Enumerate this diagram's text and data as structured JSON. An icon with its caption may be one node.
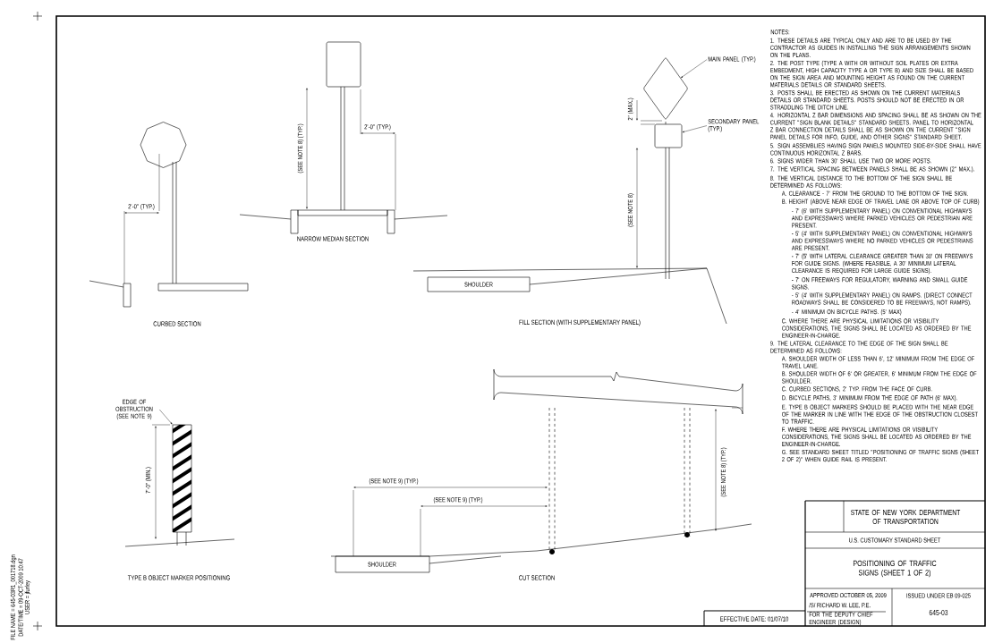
{
  "diagram": {
    "title": "POSITIONING OF TRAFFIC SIGNS (SHEET 1 OF 2)",
    "nodes": [
      {
        "text": [
          "MAIN PANEL (TYP.)"
        ]
      },
      {
        "text": [],
        "shape": "diamond"
      },
      {
        "text": [
          "SECONDARY PANEL (TYP.)"
        ]
      },
      {
        "text": [],
        "shape": "box"
      },
      {
        "text": [
          "EDGE OF OBSTRUCTION (SEE NOTE 9)"
        ]
      },
      {
        "text": [],
        "shape": "box"
      }
    ],
    "edges": [
      {
        "from": 0,
        "to": 1,
        "arrow": "to"
      },
      {
        "from": 2,
        "to": 3,
        "arrow": "to"
      },
      {
        "from": 4,
        "to": 5,
        "arrow": "to"
      }
    ],
    "labels": [
      "(SEE NOTE 8) (TYP.)",
      "2'-0\" (TYP.)",
      "NARROW MEDIAN SECTION",
      "2'-0\" (TYP.)",
      "CURBED SECTION",
      "2\" (MAX.)",
      "(SEE NOTE 8)",
      "SHOULDER",
      "FILL SECTION (WITH SUPPLEMENTARY PANEL)",
      "7'-0\" (MIN.)",
      "TYPE B OBJECT MARKER POSITIONING",
      "(SEE NOTE 9) (TYP.)",
      "(SEE NOTE 9) (TYP.)",
      "(SEE NOTE 8) (TYP.)",
      "SHOULDER",
      "CUT SECTION",
      "NOTES:",
      "1. THESE DETAILS ARE TYPICAL ONLY AND ARE TO BE USED BY THE CONTRACTOR AS GUIDES IN INSTALLING THE SIGN ARRANGEMENTS SHOWN ON THE PLANS.",
      "2. THE POST TYPE (TYPE A WITH OR WITHOUT SOIL PLATES OR EXTRA EMBEDMENT, HIGH CAPACITY TYPE A OR TYPE B) AND SIZE SHALL BE BASED ON THE SIGN AREA AND MOUNTING HEIGHT AS FOUND ON THE CURRENT MATERIALS DETAILS OR STANDARD SHEETS.",
      "3. POSTS SHALL BE ERECTED AS SHOWN ON THE CURRENT MATERIALS DETAILS OR STANDARD SHEETS. POSTS SHOULD NOT BE ERECTED IN OR STRADDLING THE DITCH LINE.",
      "4. HORIZONTAL Z BAR DIMENSIONS AND SPACING SHALL BE AS SHOWN ON THE CURRENT \"SIGN BLANK DETAILS\" STANDARD SHEETS. PANEL TO HORIZONTAL Z BAR CONNECTION DETAILS SHALL BE AS SHOWN ON THE CURRENT \"SIGN PANEL DETAILS FOR INFO, GUIDE, AND OTHER SIGNS\" STANDARD SHEET.",
      "5. SIGN ASSEMBLIES HAVING SIGN PANELS MOUNTED SIDE-BY-SIDE SHALL HAVE CONTINUOUS HORIZONTAL Z BARS.",
      "6. SIGNS WIDER THAN 30' SHALL USE TWO OR MORE POSTS.",
      "7. THE VERTICAL SPACING BETWEEN PANELS SHALL BE AS SHOWN (2\" MAX.).",
      "8. THE VERTICAL DISTANCE TO THE BOTTOM OF THE SIGN SHALL BE DETERMINED AS FOLLOWS:",
      "A. CLEARANCE - 7' FROM THE GROUND TO THE BOTTOM OF THE SIGN.",
      "B. HEIGHT (ABOVE NEAR EDGE OF TRAVEL LANE OR ABOVE TOP OF CURB)",
      "- 7' (6' WITH SUPPLEMENTARY PANEL) ON CONVENTIONAL HIGHWAYS AND EXPRESSWAYS WHERE PARKED VEHICLES OR PEDESTRIAN ARE PRESENT.",
      "- 5' (4' WITH SUPPLEMENTARY PANEL) ON CONVENTIONAL HIGHWAYS AND EXPRESSWAYS WHERE NO PARKED VEHICLES OR PEDESTRIANS ARE PRESENT.",
      "- 7' (5' WITH LATERAL CLEARANCE GREATER THAN 30' ON FREEWAYS FOR GUIDE SIGNS. (WHERE FEASIBLE, A 30' MINIMUM LATERAL CLEARANCE IS REQUIRED FOR LARGE GUIDE SIGNS).",
      "- 7' ON FREEWAYS FOR REGULATORY, WARNING AND SMALL GUIDE SIGNS.",
      "- 5' (4' WITH SUPPLEMENTARY PANEL) ON RAMPS. (DIRECT CONNECT ROADWAYS SHALL BE CONSIDERED TO BE FREEWAYS, NOT RAMPS).",
      "- 4' MINIMUM ON BICYCLE PATHS. (5' MAX)",
      "C. WHERE THERE ARE PHYSICAL LIMITATIONS OR VISIBILITY CONSIDERATIONS, THE SIGNS SHALL BE LOCATED AS ORDERED BY THE ENGINEER-IN-CHARGE.",
      "9. THE LATERAL CLEARANCE TO THE EDGE OF THE SIGN SHALL BE DETERMINED AS FOLLOWS:",
      "A. SHOULDER WIDTH OF LESS THAN 6', 12' MINIMUM FROM THE EDGE OF TRAVEL LANE.",
      "B. SHOULDER WIDTH OF 6' OR GREATER, 6' MINIMUM FROM THE EDGE OF SHOULDER.",
      "C. CURBED SECTIONS, 2' TYP. FROM THE FACE OF CURB.",
      "D. BICYCLE PATHS, 3' MINIMUM FROM THE EDGE OF PATH (6' MAX).",
      "E. TYPE B OBJECT MARKERS SHOULD BE PLACED WITH THE NEAR EDGE OF THE MARKER IN LINE WITH THE EDGE OF THE OBSTRUCTION CLOSEST TO TRAFFIC.",
      "F. WHERE THERE ARE PHYSICAL LIMITATIONS OR VISIBILITY CONSIDERATIONS, THE SIGNS SHALL BE LOCATED AS ORDERED BY THE ENGINEER-IN-CHARGE.",
      "G. SEE STANDARD SHEET TITLED \"POSITIONING OF TRAFFIC SIGNS (SHEET 2 OF 2)\" WHEN GUIDE RAIL IS PRESENT.",
      "STATE OF NEW YORK DEPARTMENT OF TRANSPORTATION",
      "U.S. CUSTOMARY STANDARD SHEET",
      "APPROVED OCTOBER 05, 2009",
      "ISSUED UNDER EB 09-025",
      "/S/ RICHARD W. LEE, P.E.",
      "FOR THE DEPUTY CHIEF ENGINEER (DESIGN)",
      "645-03",
      "EFFECTIVE DATE: 01/07/10",
      "FILE NAME = 645-03R1_001718.dgn",
      "DATE/TIME = 09-OCT-2009 10:47",
      "USER = jfurley"
    ]
  }
}
